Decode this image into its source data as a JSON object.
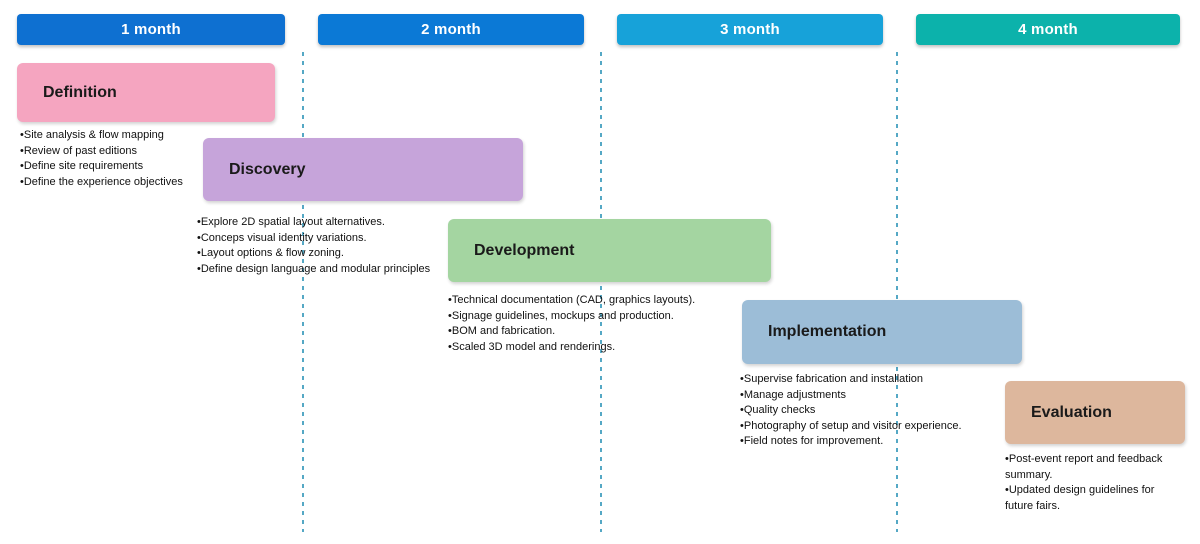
{
  "timeline": {
    "divider_color": "#55a8c5",
    "months": [
      {
        "label": "1 month",
        "color": "#0e70d1"
      },
      {
        "label": "2 month",
        "color": "#0b79d6"
      },
      {
        "label": "3 month",
        "color": "#17a2d9"
      },
      {
        "label": "4 month",
        "color": "#0cb2ab"
      }
    ],
    "phases": [
      {
        "name": "Definition",
        "color": "#f5a5c0",
        "bullets": [
          "Site analysis & flow mapping",
          "Review of past editions",
          "Define site requirements",
          "Define the experience objectives"
        ]
      },
      {
        "name": "Discovery",
        "color": "#c6a4da",
        "bullets": [
          "Explore 2D spatial layout alternatives.",
          "Conceps visual identity variations.",
          "Layout options & flow zoning.",
          "Define design language and modular principles"
        ]
      },
      {
        "name": "Development",
        "color": "#a4d5a1",
        "bullets": [
          "Technical documentation (CAD, graphics layouts).",
          "Signage guidelines, mockups and production.",
          "BOM and fabrication.",
          "Scaled 3D model and renderings."
        ]
      },
      {
        "name": "Implementation",
        "color": "#9cbdd7",
        "bullets": [
          "Supervise fabrication and installation",
          "Manage adjustments",
          "Quality checks",
          "Photography of setup and visitor experience.",
          "Field notes for improvement."
        ]
      },
      {
        "name": "Evaluation",
        "color": "#ddb79d",
        "bullets": [
          "Post-event report and feedback summary.",
          "Updated design guidelines for future fairs."
        ]
      }
    ]
  }
}
